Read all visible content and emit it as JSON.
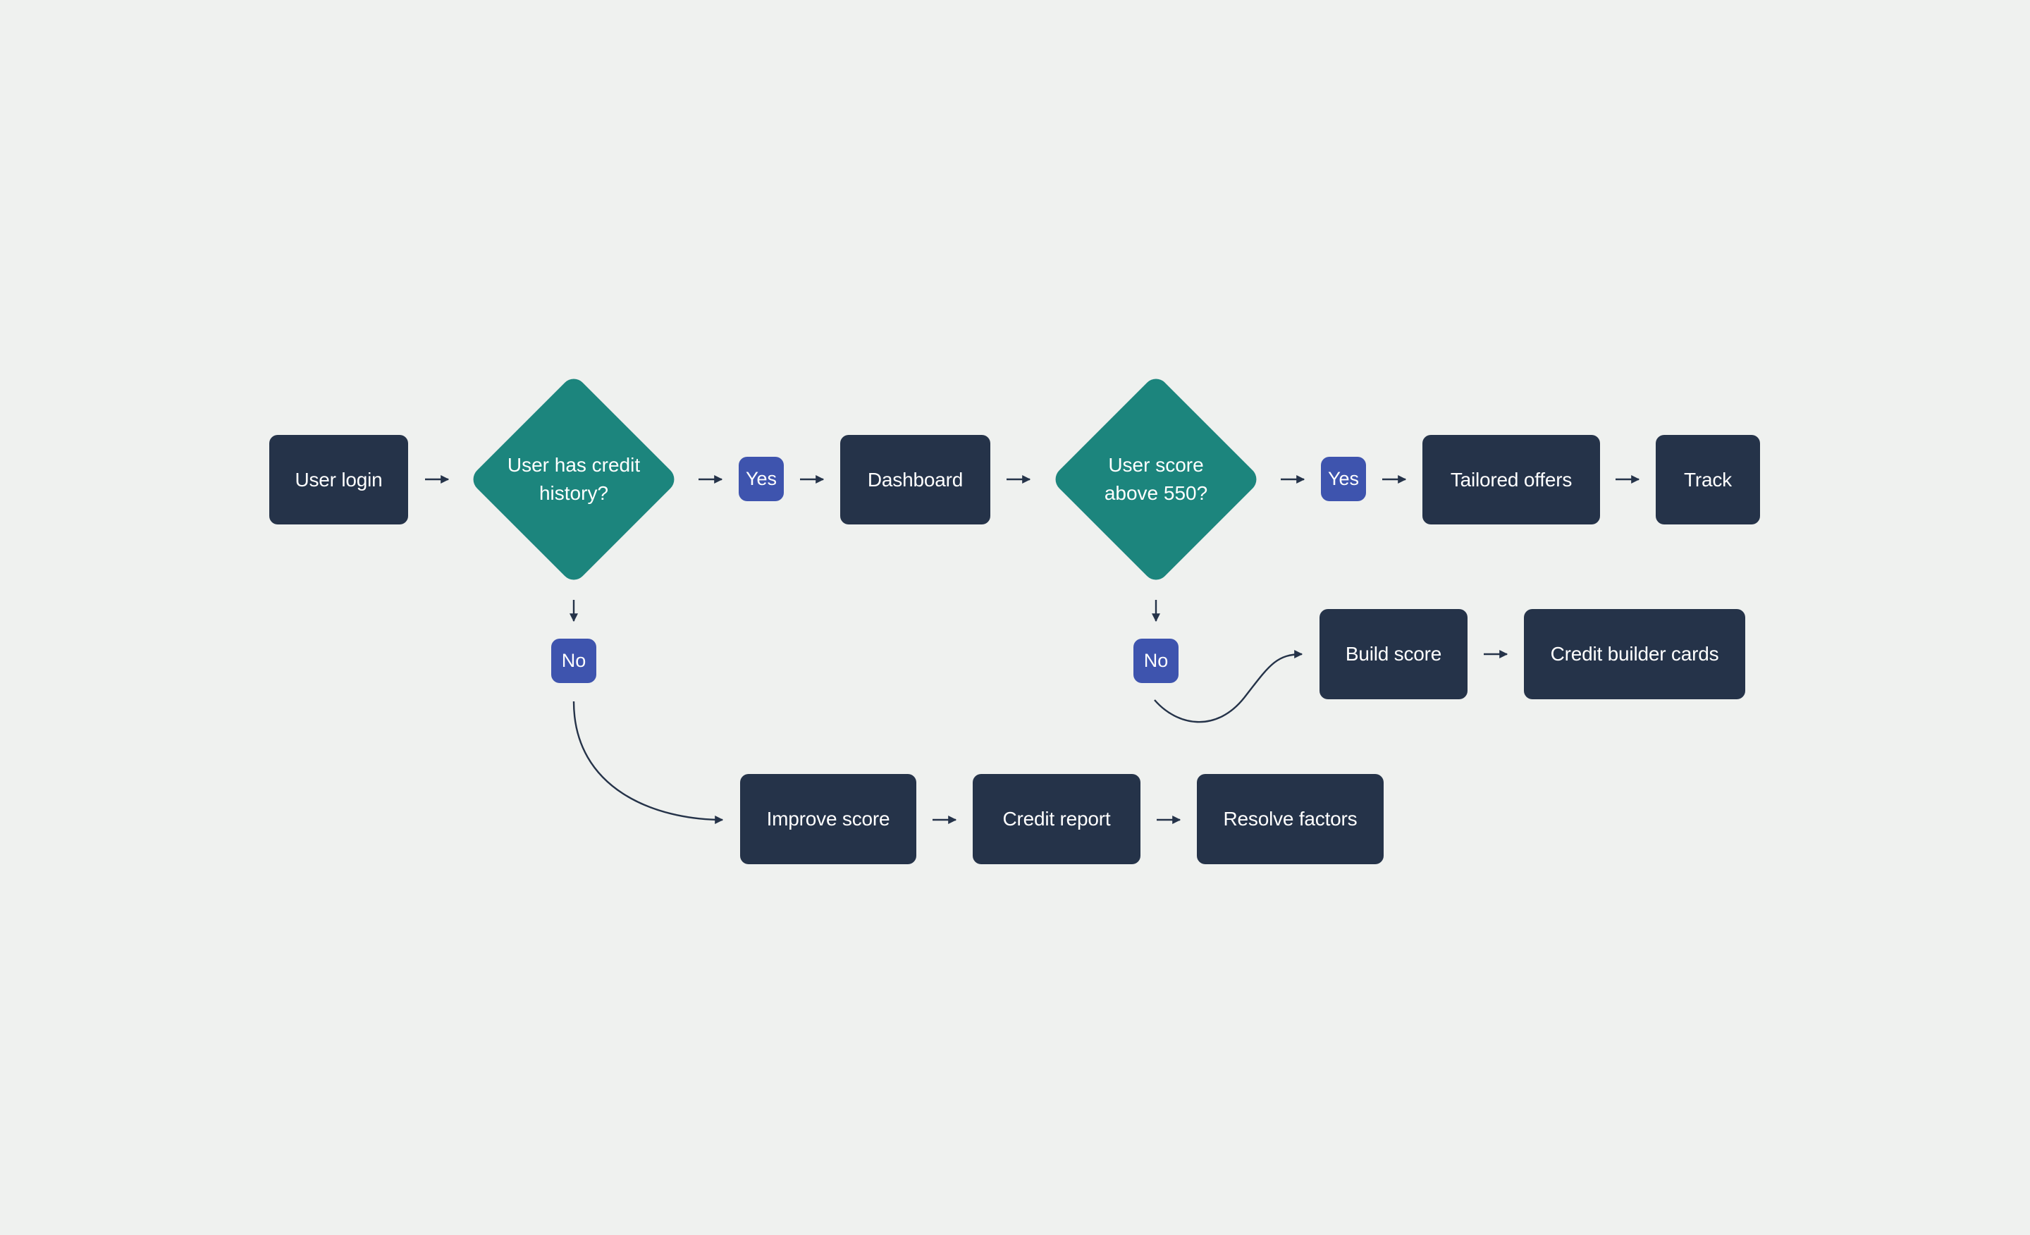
{
  "diagram": {
    "nodes": {
      "user_login": "User login",
      "dashboard": "Dashboard",
      "tailored_offers": "Tailored offers",
      "track": "Track",
      "build_score": "Build score",
      "credit_builder_cards": "Credit builder cards",
      "improve_score": "Improve score",
      "credit_report": "Credit report",
      "resolve_factors": "Resolve factors"
    },
    "decisions": {
      "credit_history": {
        "line1": "User has credit",
        "line2": "history?"
      },
      "score_threshold": {
        "line1": "User score",
        "line2": "above 550?"
      }
    },
    "branches": {
      "credit_history_yes": "Yes",
      "credit_history_no": "No",
      "score_yes": "Yes",
      "score_no": "No"
    }
  },
  "colors": {
    "background": "#eff1ef",
    "process_node": "#253349",
    "decision_node": "#1c857d",
    "branch_badge": "#3e54ae",
    "connector": "#253349",
    "text": "#ffffff"
  }
}
